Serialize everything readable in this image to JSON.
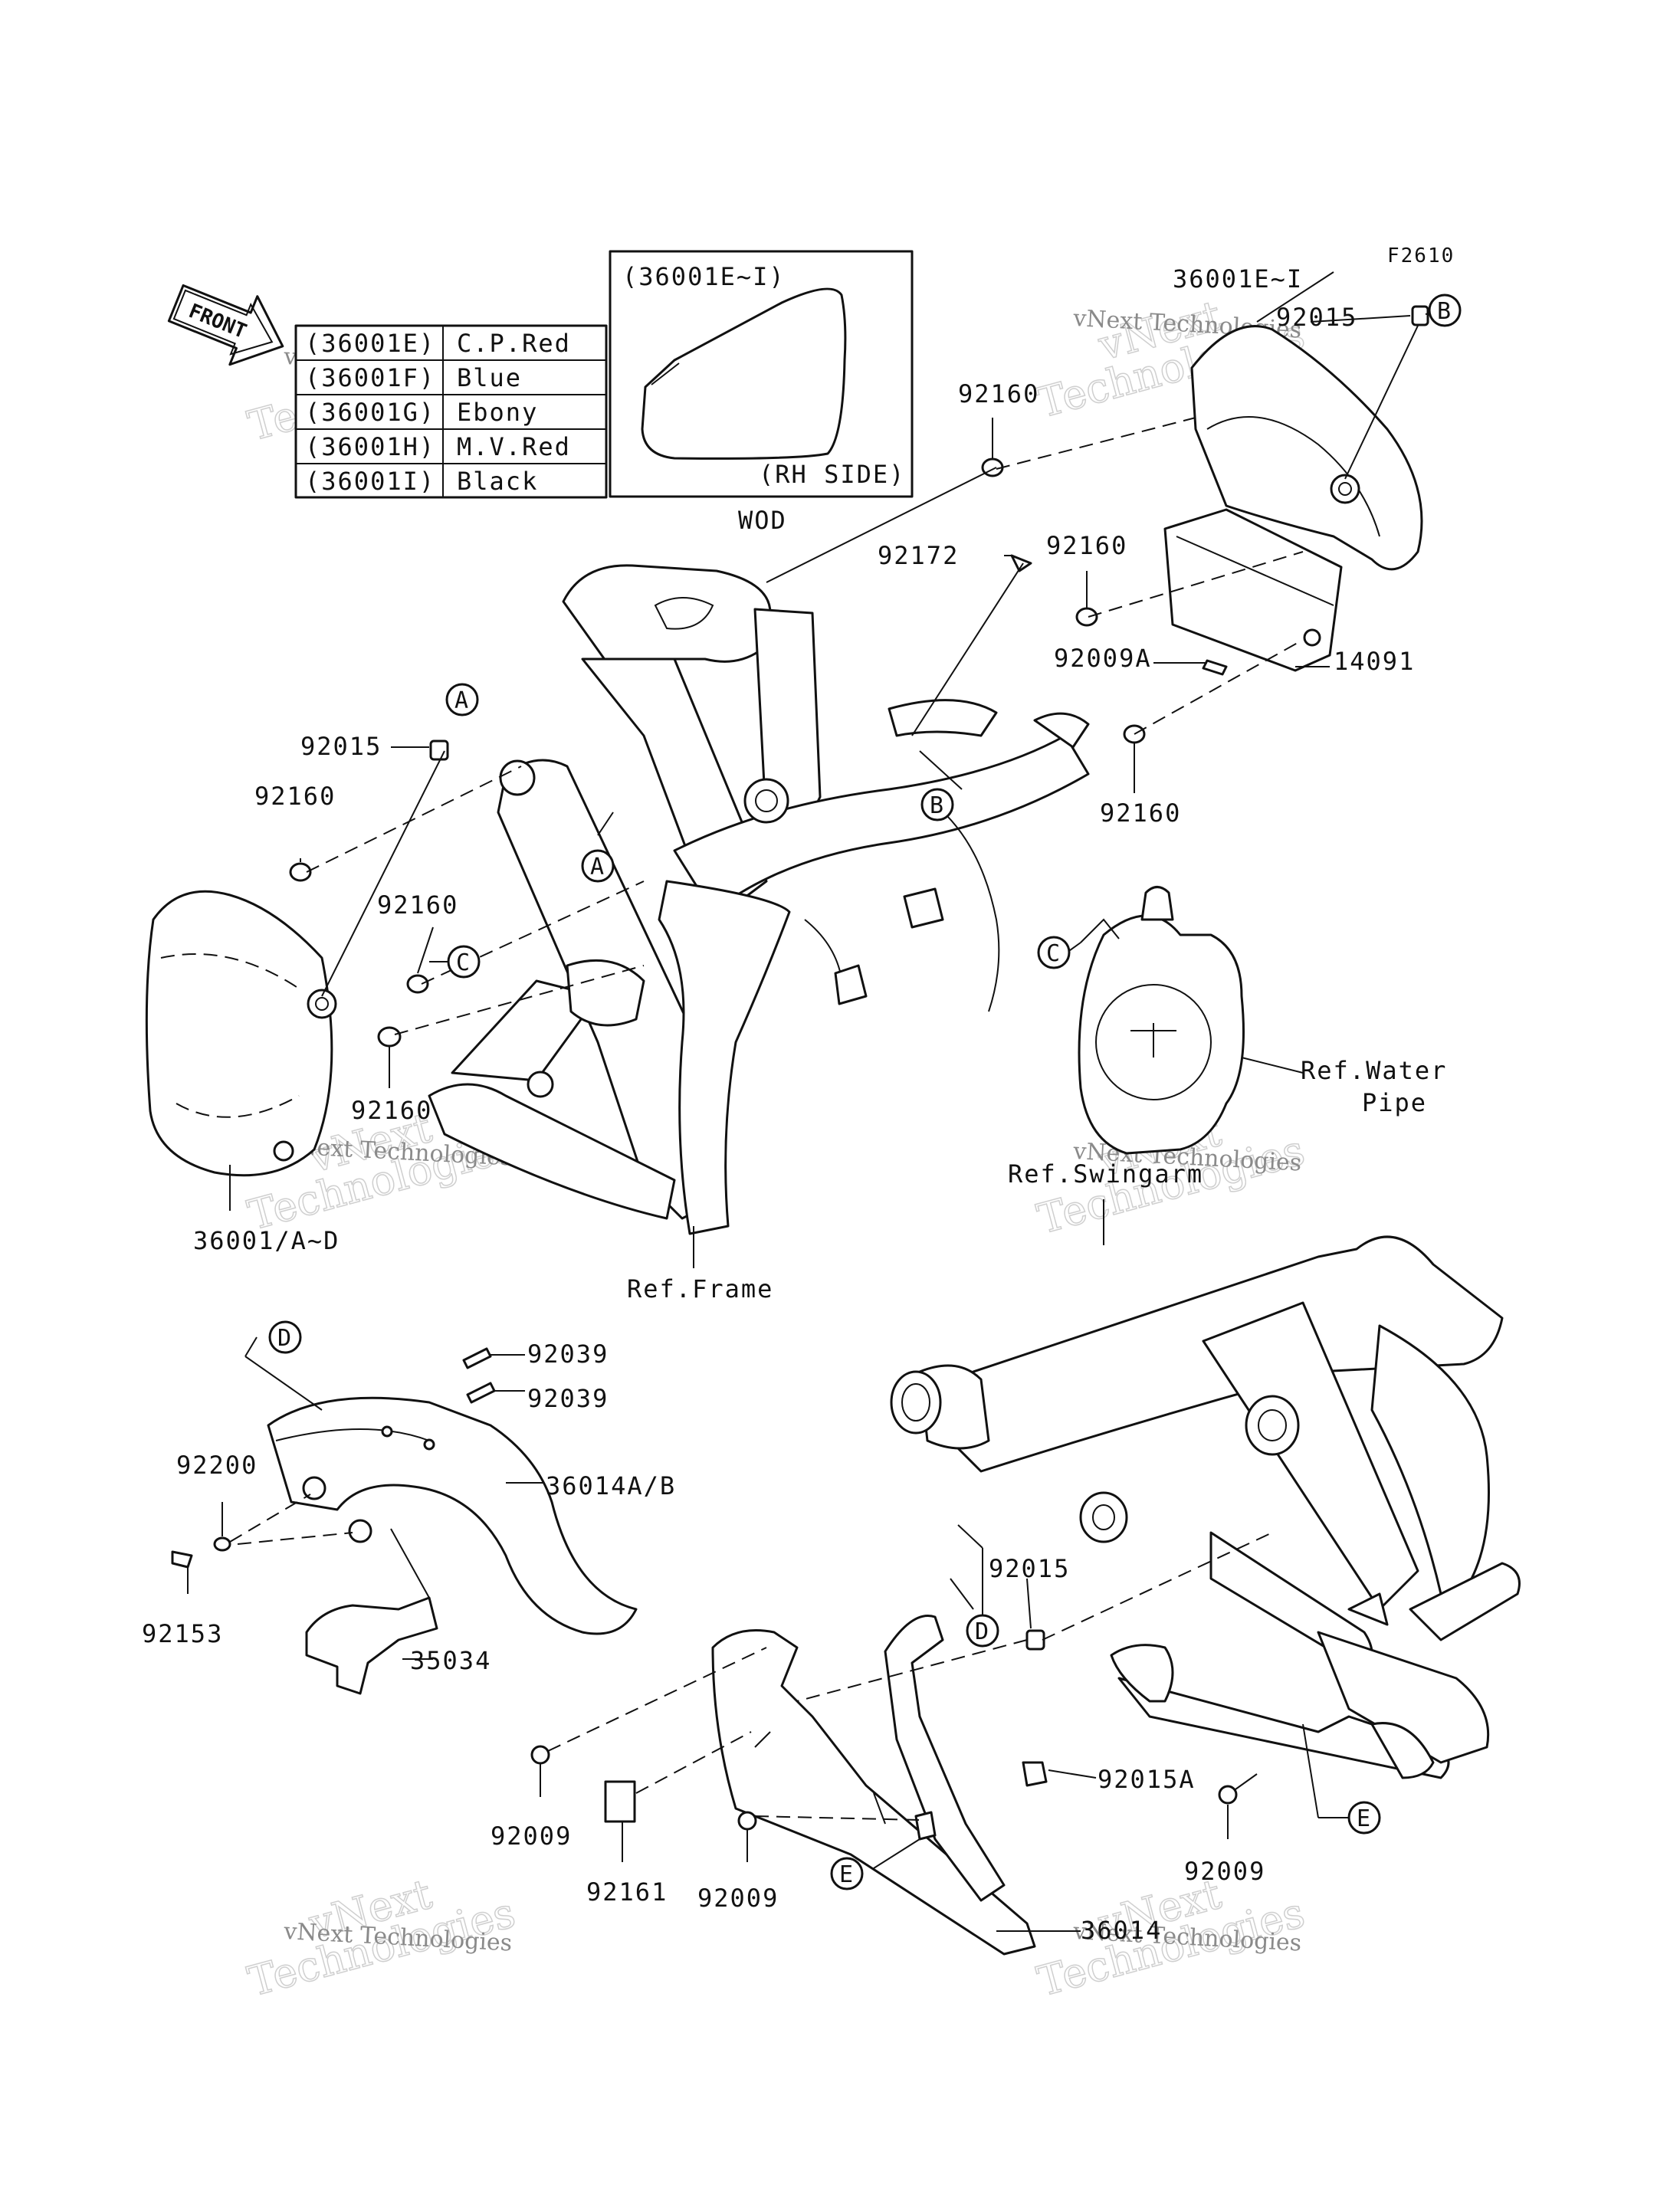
{
  "diagram_code": "F2610",
  "front_badge": "FRONT",
  "color_table": [
    {
      "code": "(36001E)",
      "color": "C.P.Red"
    },
    {
      "code": "(36001F)",
      "color": "Blue"
    },
    {
      "code": "(36001G)",
      "color": "Ebony"
    },
    {
      "code": "(36001H)",
      "color": "M.V.Red"
    },
    {
      "code": "(36001I)",
      "color": "Black"
    }
  ],
  "inset": {
    "title": "(36001E~I)",
    "caption": "(RH SIDE)",
    "subcaption": "WOD"
  },
  "callouts": [
    "A",
    "B",
    "C",
    "D",
    "E"
  ],
  "part_labels": {
    "p36001EI": "36001E~I",
    "p92015_top": "92015",
    "p92160_a": "92160",
    "p92172": "92172",
    "p92160_b": "92160",
    "p92009A": "92009A",
    "p14091": "14091",
    "p92160_c": "92160",
    "p92015_left": "92015",
    "p92160_d": "92160",
    "p92160_e": "92160",
    "p92160_f": "92160",
    "p36001AD": "36001/A~D",
    "ref_frame": "Ref.Frame",
    "ref_water": "Ref.Water",
    "ref_water2": "Pipe",
    "ref_swingarm": "Ref.Swingarm",
    "p92039_a": "92039",
    "p92039_b": "92039",
    "p92200": "92200",
    "p36014AB": "36014A/B",
    "p92153": "92153",
    "p35034": "35034",
    "p92015_low": "92015",
    "p92015A": "92015A",
    "p92009_a": "92009",
    "p92161": "92161",
    "p92009_b": "92009",
    "p92009_c": "92009",
    "p36014": "36014"
  },
  "watermark": {
    "line1": "vNext",
    "line2": "Technologies",
    "small": "vNext Technologies"
  }
}
